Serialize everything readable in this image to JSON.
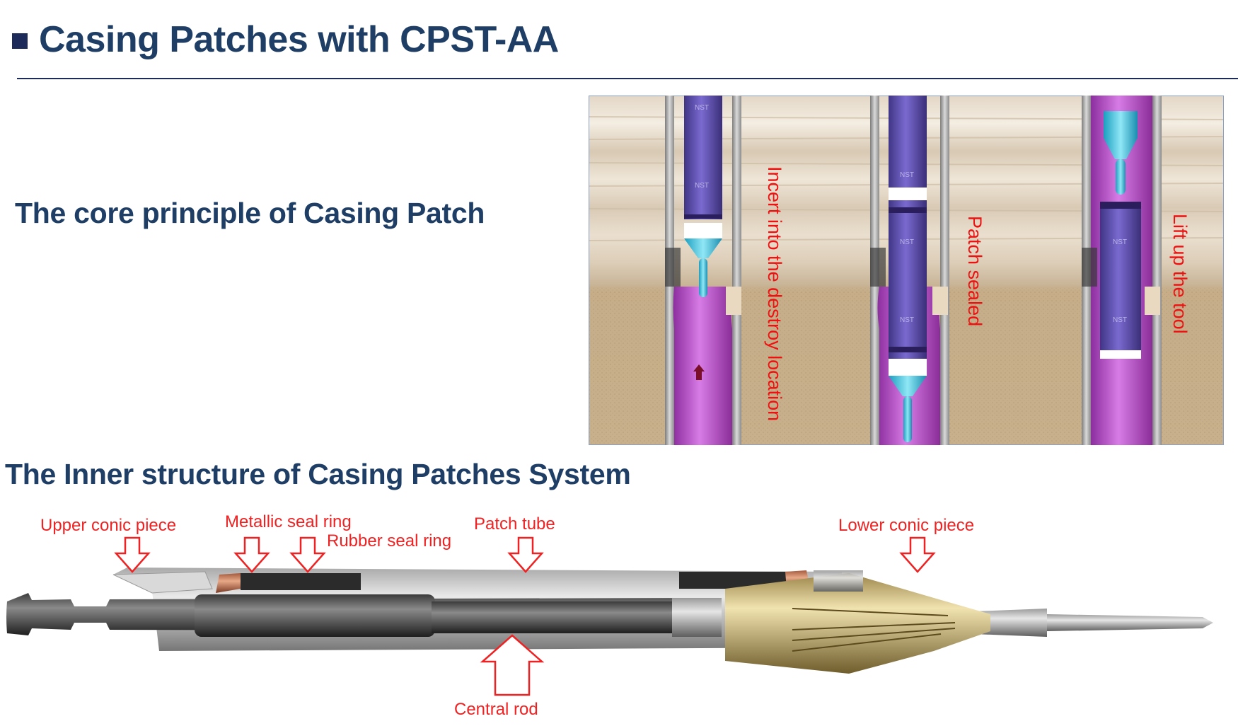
{
  "title": "Casing Patches with CPST-AA",
  "sections": {
    "principle_heading": "The core principle of Casing Patch",
    "structure_heading": "The Inner structure of Casing Patches System"
  },
  "principle_figure": {
    "steps": [
      {
        "label": "Incert into the destroy location"
      },
      {
        "label": "Patch sealed"
      },
      {
        "label": "Lift up the tool"
      }
    ],
    "tool_marking": "NST"
  },
  "structure_figure": {
    "labels": {
      "upper_conic_piece": "Upper conic piece",
      "metallic_seal_ring": "Metallic seal ring",
      "rubber_seal_ring": "Rubber seal ring",
      "patch_tube": "Patch tube",
      "lower_conic_piece": "Lower conic piece",
      "central_rod": "Central rod"
    }
  },
  "colors": {
    "title": "#1f3e66",
    "bullet": "#1c2b59",
    "annotation_red": "#ee2222",
    "tool_purple": "#5a4aa8",
    "casing_magenta": "#b24bc6"
  }
}
